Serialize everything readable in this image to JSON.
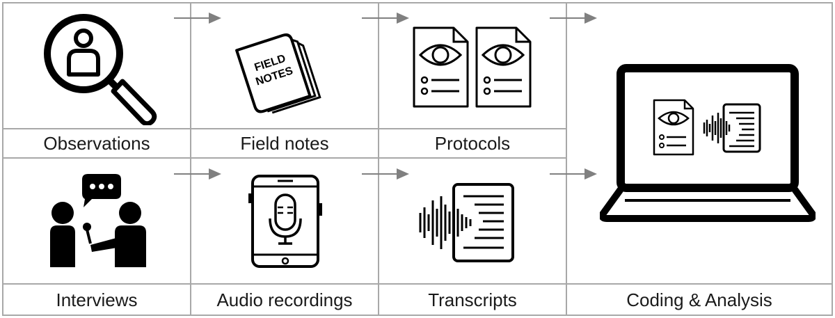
{
  "steps": {
    "observations": {
      "label": "Observations",
      "icon": "magnifier-person-icon"
    },
    "field_notes": {
      "label": "Field notes",
      "icon": "notebook-icon",
      "cover_text_1": "FIELD",
      "cover_text_2": "NOTES"
    },
    "protocols": {
      "label": "Protocols",
      "icon": "document-eye-icon"
    },
    "interviews": {
      "label": "Interviews",
      "icon": "interview-icon"
    },
    "audio_recordings": {
      "label": "Audio recordings",
      "icon": "tablet-microphone-icon"
    },
    "transcripts": {
      "label": "Transcripts",
      "icon": "transcript-icon"
    },
    "coding_analysis": {
      "label": "Coding & Analysis",
      "icon": "laptop-icon"
    }
  },
  "colors": {
    "border": "#a8a8a8",
    "arrow": "#808080",
    "icon": "#000000"
  }
}
